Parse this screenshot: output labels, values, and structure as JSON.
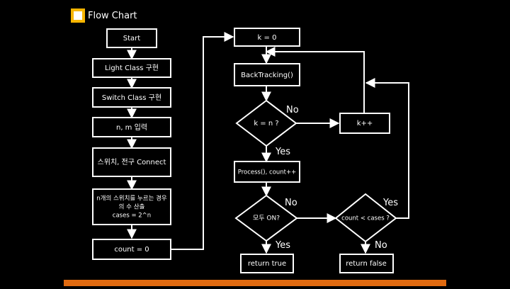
{
  "header": {
    "title": "Flow Chart",
    "logo_icon": "flowchart-logo-icon"
  },
  "colors": {
    "background": "#000000",
    "stroke": "#ffffff",
    "logo": "#f7b500",
    "footer_bar": "#e06a10"
  },
  "nodes": {
    "start": "Start",
    "light": "Light Class 구현",
    "switch": "Switch Class 구현",
    "input": "n, m 입력",
    "connect": "스위치, 전구 Connect",
    "cases_l1": "n개의 스위치를 누르는 경우",
    "cases_l2": "의 수 산출",
    "cases_l3": "cases = 2^n",
    "count0": "count = 0",
    "k0": "k = 0",
    "backtracking": "BackTracking()",
    "decision_kn": "k = n ?",
    "kpp": "k++",
    "process": "Process(), count++",
    "decision_on": "모두 ON?",
    "decision_count": "count < cases ?",
    "ret_true": "return true",
    "ret_false": "return false"
  },
  "edge_labels": {
    "kn_no": "No",
    "kn_yes": "Yes",
    "on_no": "No",
    "on_yes": "Yes",
    "count_yes": "Yes",
    "count_no": "No"
  }
}
